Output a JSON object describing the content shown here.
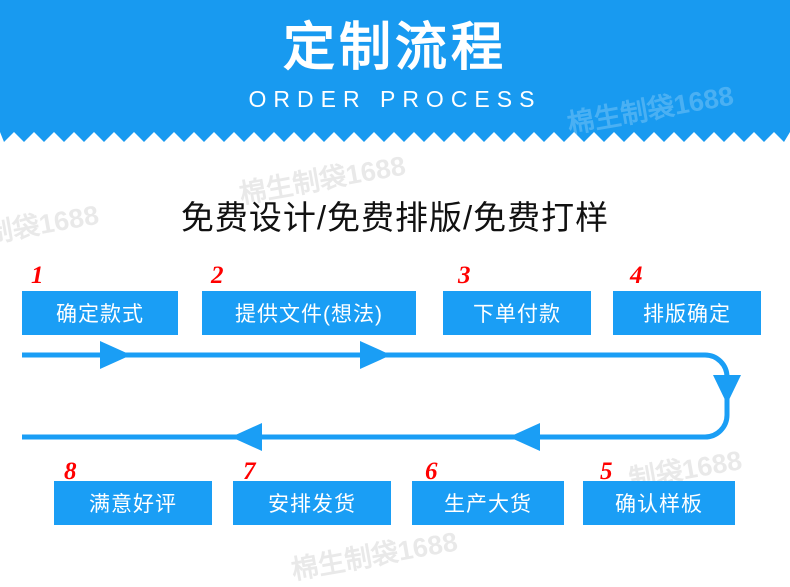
{
  "banner": {
    "title": "定制流程",
    "subtitle": "ORDER PROCESS",
    "bg_color": "#189af0"
  },
  "watermarks": [
    {
      "text": "棉生制袋1688",
      "variant": "light"
    },
    {
      "text": "棉生制袋1688",
      "variant": "dark"
    },
    {
      "text": "生制袋1688",
      "variant": "dark"
    },
    {
      "text": "制袋1688",
      "variant": "dark"
    },
    {
      "text": "棉生制袋1688",
      "variant": "dark"
    }
  ],
  "slogan": "免费设计/免费排版/免费打样",
  "accent_color": "#1a9ef5",
  "number_color": "#ff0000",
  "steps": [
    {
      "number": "1",
      "label": "确定款式"
    },
    {
      "number": "2",
      "label": "提供文件(想法)"
    },
    {
      "number": "3",
      "label": "下单付款"
    },
    {
      "number": "4",
      "label": "排版确定"
    },
    {
      "number": "5",
      "label": "确认样板"
    },
    {
      "number": "6",
      "label": "生产大货"
    },
    {
      "number": "7",
      "label": "安排发货"
    },
    {
      "number": "8",
      "label": "满意好评"
    }
  ]
}
